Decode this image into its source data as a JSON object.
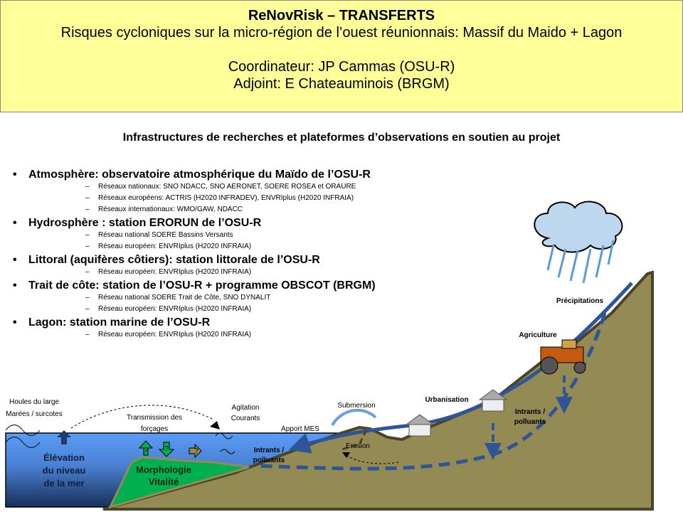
{
  "header": {
    "title": "ReNovRisk – TRANSFERTS",
    "line2": "Risques cycloniques sur la micro-région de l’ouest réunionnais:  Massif du  Maido + Lagon",
    "coordinator": "Coordinateur:  JP Cammas (OSU-R)",
    "deputy": "Adjoint: E Chateauminois (BRGM)"
  },
  "subtitle": "Infrastructures de recherches et plateformes d’observations  en soutien au projet",
  "items": [
    {
      "label": "Atmosphère: observatoire atmosphérique du Maïdo de l’OSU-R",
      "sub": [
        "Réseaux nationaux: SNO NDACC, SNO AERONET,  SOERE ROSEA et ORAURE",
        "Réseaux européens: ACTRIS (H2020 INFRADEV), ENVRIplus (H2020 INFRAIA)",
        "Réseaux internationaux: WMO/GAW, NDACC"
      ]
    },
    {
      "label": "Hydrosphère :  station ERORUN de l’OSU-R",
      "sub": [
        "Réseau national SOERE Bassins Versants",
        "Réseau européen:  ENVRIplus (H2020 INFRAIA)"
      ]
    },
    {
      "label": "Littoral (aquifères côtiers): station littorale de l’OSU-R",
      "sub": [
        "Réseau européen: ENVRIplus (H2020 INFRAIA)"
      ]
    },
    {
      "label": "Trait de côte:  station de l’OSU-R + programme OBSCOT (BRGM)",
      "sub": [
        "Réseau national SOERE Trait de Côte, SNO DYNALIT",
        "Réseau européen: ENVRIplus (H2020 INFRAIA)"
      ]
    },
    {
      "label": "Lagon: station marine de l’OSU-R",
      "sub": [
        "Réseau européen: ENVRIplus (H2020 INFRAIA)"
      ]
    }
  ],
  "diagram": {
    "houles1": "Houles du large",
    "houles2": "Marées / surcotes",
    "trans1": "Transmission des",
    "trans2": "forçages",
    "agit1": "Agitation",
    "agit2": "Courants",
    "apport": "Apport  MES",
    "submersion": "Submersion",
    "erosion": "Erosion",
    "intr1": "Intrants /",
    "intr2": "polluants",
    "intrR1": "Intrants /",
    "intrR2": "polluants",
    "urbanisation": "Urbanisation",
    "agriculture": "Agriculture",
    "precipitations": "Précipitations",
    "elev1": "Élévation",
    "elev2": "du niveau",
    "elev3": "de la mer",
    "morph1": "Morphologie",
    "morph2": "Vitalité",
    "q": "?"
  },
  "colors": {
    "header_bg": "#ffff99",
    "ground": "#948a54",
    "ground_edge": "#4a4328",
    "reef": "#00b050",
    "river": "#2f5597"
  }
}
